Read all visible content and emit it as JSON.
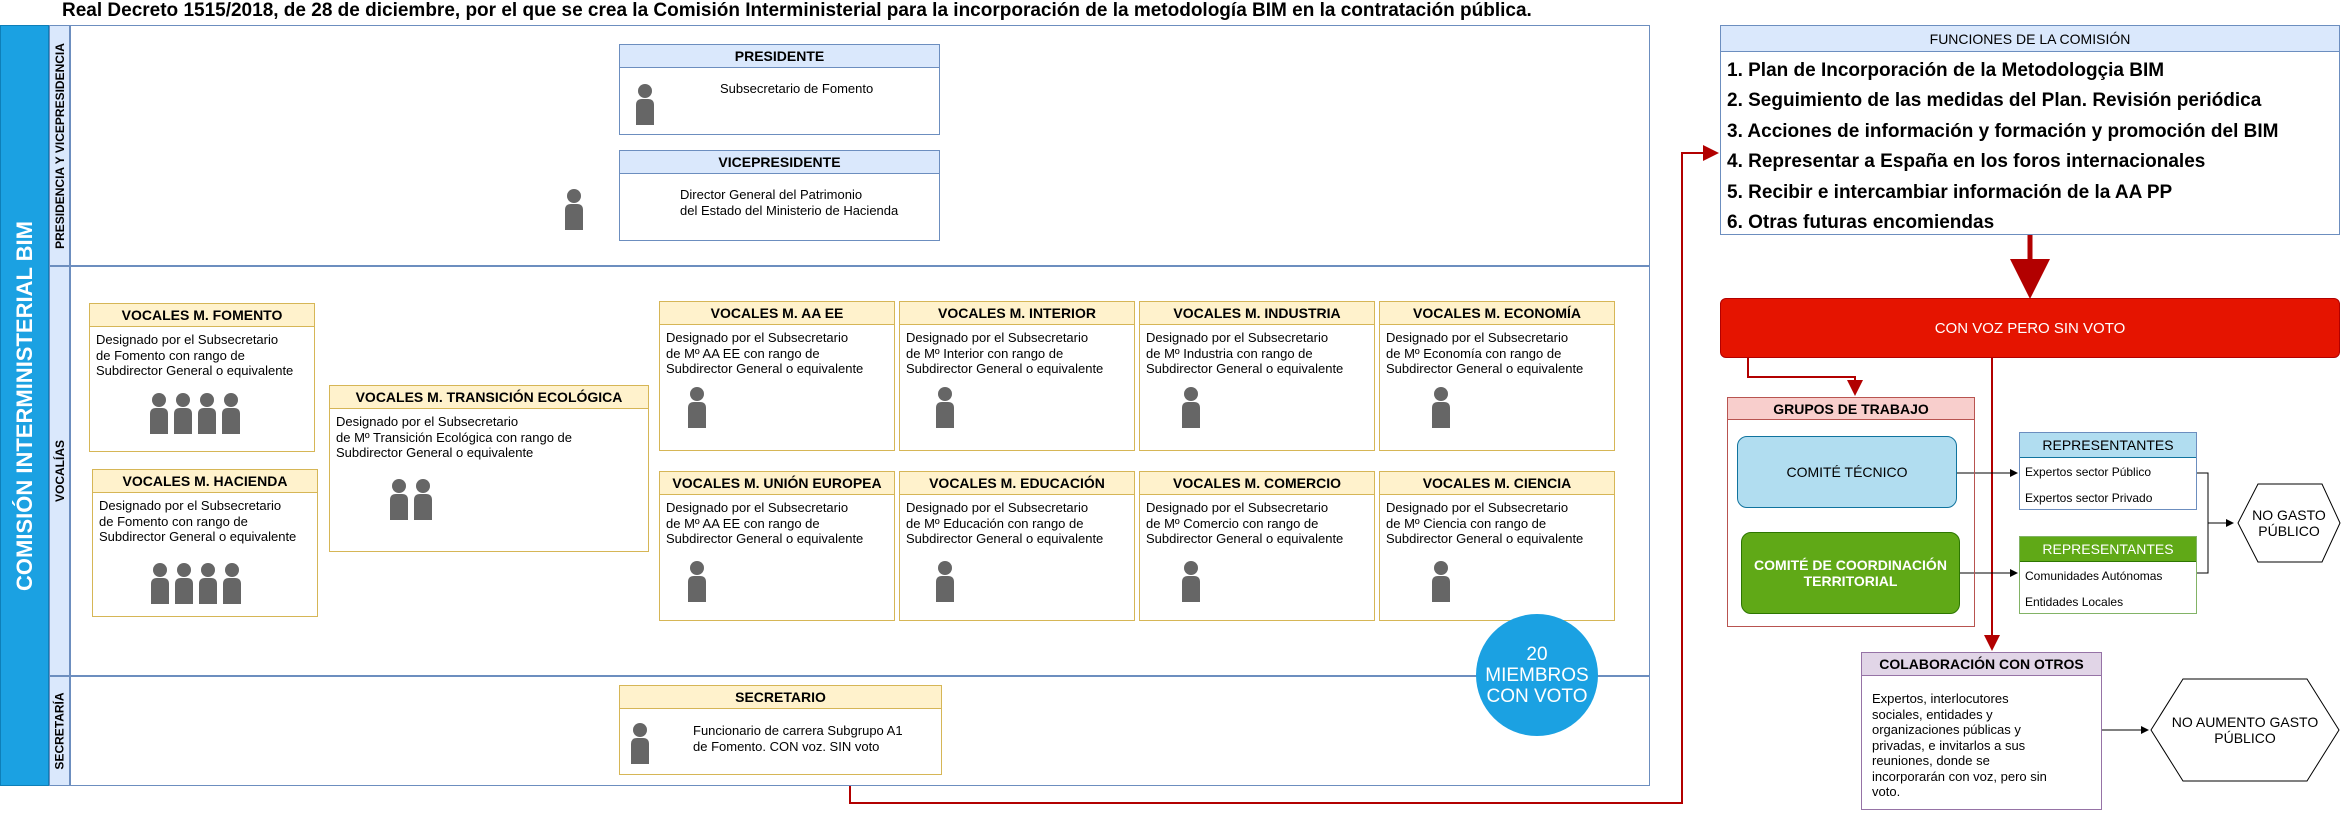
{
  "title": "Real Decreto 1515/2018, de 28 de diciembre, por el que se crea la Comisión Interministerial para la incorporación de la metodología BIM en la contratación pública.",
  "pool_label": "COMISIÓN INTERMINISTERIAL BIM",
  "lanes": {
    "presidencia": "PRESIDENCIA Y VICEPRESIDENCIA",
    "vocalias": "VOCALÍAS",
    "secretaria": "SECRETARÍA"
  },
  "presidente": {
    "title": "PRESIDENTE",
    "body": "Subsecretario de Fomento"
  },
  "vicepresidente": {
    "title": "VICEPRESIDENTE",
    "body": "Director General del Patrimonio\ndel Estado del Ministerio de Hacienda"
  },
  "vocales": {
    "fomento": {
      "title": "VOCALES M. FOMENTO",
      "body": "Designado por el Subsecretario\nde Fomento con rango de\nSubdirector General  o equivalente"
    },
    "hacienda": {
      "title": "VOCALES M. HACIENDA",
      "body": "Designado por el Subsecretario\nde Fomento con rango de\nSubdirector General  o equivalente"
    },
    "transicion": {
      "title": "VOCALES M. TRANSICIÓN ECOLÓGICA",
      "body": "Designado por el Subsecretario\nde Mº Transición Ecológica con rango de\nSubdirector General o equivalente"
    },
    "aaee": {
      "title": "VOCALES M. AA EE",
      "body": "Designado por el Subsecretario\nde Mº AA EE con rango de\nSubdirector General o equivalente"
    },
    "interior": {
      "title": "VOCALES M. INTERIOR",
      "body": "Designado por el Subsecretario\nde Mº Interior con rango de\nSubdirector General o equivalente"
    },
    "industria": {
      "title": "VOCALES M. INDUSTRIA",
      "body": "Designado por el Subsecretario\nde Mº Industria con rango de\nSubdirector General o equivalente"
    },
    "economia": {
      "title": "VOCALES M. ECONOMÍA",
      "body": "Designado por el Subsecretario\nde Mº Economía con rango de\nSubdirector General o equivalente"
    },
    "union_europea": {
      "title": "VOCALES M. UNIÓN EUROPEA",
      "body": "Designado por el Subsecretario\nde Mº AA EE con rango de\nSubdirector General o equivalente"
    },
    "educacion": {
      "title": "VOCALES M. EDUCACIÓN",
      "body": "Designado por el Subsecretario\nde Mº Educación con rango de\nSubdirector General o equivalente"
    },
    "comercio": {
      "title": "VOCALES M. COMERCIO",
      "body": "Designado por el Subsecretario\nde Mº Comercio con rango de\nSubdirector General o equivalente"
    },
    "ciencia": {
      "title": "VOCALES M. CIENCIA",
      "body": "Designado por el Subsecretario\nde Mº Ciencia con rango de\nSubdirector General o equivalente"
    }
  },
  "miembros": "20\nMIEMBROS\nCON VOTO",
  "secretario": {
    "title": "SECRETARIO",
    "body": "Funcionario de carrera Subgrupo A1\nde Fomento. CON voz. SIN voto"
  },
  "funciones": {
    "title": "FUNCIONES DE LA COMISIÓN",
    "items": [
      "1. Plan de Incorporación de la Metodologçia BIM",
      "2. Seguimiento de las medidas del Plan. Revisión periódica",
      "3. Acciones de información y formación y promoción del BIM",
      "4. Representar a España en los foros internacionales",
      "5. Recibir e intercambiar información  de la AA PP",
      "6. Otras futuras encomiendas"
    ]
  },
  "voz_sin_voto": "CON VOZ PERO SIN VOTO",
  "grupos": {
    "title": "GRUPOS DE TRABAJO",
    "comite_tecnico": "COMITÉ TÉCNICO",
    "comite_coordinacion": "COMITÉ DE COORDINACIÓN TERRITORIAL"
  },
  "representantes_1": {
    "title": "REPRESENTANTES",
    "item1": "Expertos sector Público",
    "item2": "Expertos sector Privado"
  },
  "representantes_2": {
    "title": "REPRESENTANTES",
    "item1": "Comunidades Autónomas",
    "item2": "Entidades Locales"
  },
  "no_gasto": "NO GASTO\nPÚBLICO",
  "colaboracion": {
    "title": "COLABORACIÓN CON OTROS",
    "body": "Expertos, interlocutores sociales, entidades y organizaciones públicas y privadas, e invitarlos a sus reuniones, donde se incorporarán con voz, pero sin voto."
  },
  "no_aumento": "NO AUMENTO GASTO\nPÚBLICO",
  "colors": {
    "blue": "#1ba1e2",
    "red": "#e51400",
    "green": "#60a917",
    "arrow": "#b20000"
  }
}
